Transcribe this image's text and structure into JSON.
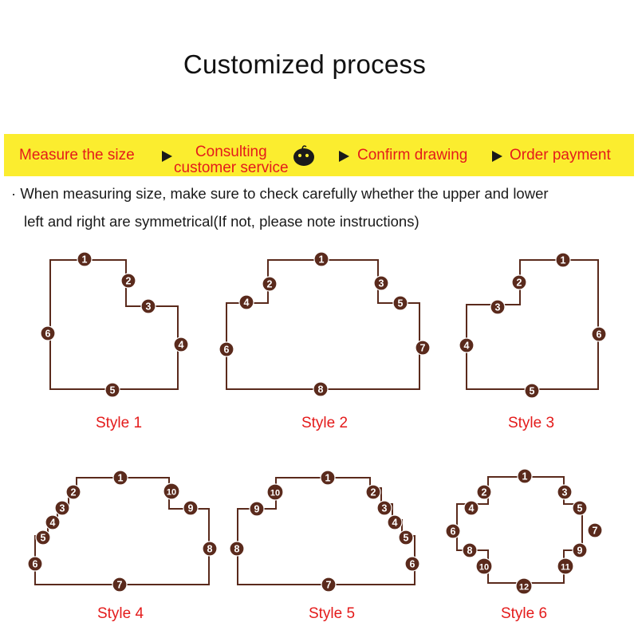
{
  "title": "Customized process",
  "steps": {
    "measure": "Measure the size",
    "consult_line1": "Consulting",
    "consult_line2": "customer service",
    "confirm": "Confirm drawing",
    "order": "Order payment"
  },
  "note": {
    "bullet": "·",
    "line1": "When measuring size, make sure to check carefully whether the upper and lower",
    "line2": "left and right are symmetrical(If not, please note instructions)"
  },
  "colors": {
    "banner": "#fbed2f",
    "step_text": "#e41b1b",
    "outline": "#5a2a1c",
    "badge": "#5a2a1c",
    "style_label": "#e41b1b"
  },
  "styles": [
    {
      "label": "Style 1",
      "badges": [
        "1",
        "2",
        "3",
        "4",
        "5",
        "6"
      ]
    },
    {
      "label": "Style 2",
      "badges": [
        "1",
        "2",
        "3",
        "4",
        "5",
        "6",
        "7",
        "8"
      ]
    },
    {
      "label": "Style 3",
      "badges": [
        "1",
        "2",
        "3",
        "4",
        "5",
        "6"
      ]
    },
    {
      "label": "Style 4",
      "badges": [
        "1",
        "2",
        "3",
        "4",
        "5",
        "6",
        "7",
        "8",
        "9",
        "10"
      ]
    },
    {
      "label": "Style 5",
      "badges": [
        "1",
        "2",
        "3",
        "4",
        "5",
        "6",
        "7",
        "8",
        "9",
        "10"
      ]
    },
    {
      "label": "Style 6",
      "badges": [
        "1",
        "2",
        "3",
        "4",
        "5",
        "6",
        "7",
        "8",
        "9",
        "10",
        "11",
        "12"
      ]
    }
  ]
}
